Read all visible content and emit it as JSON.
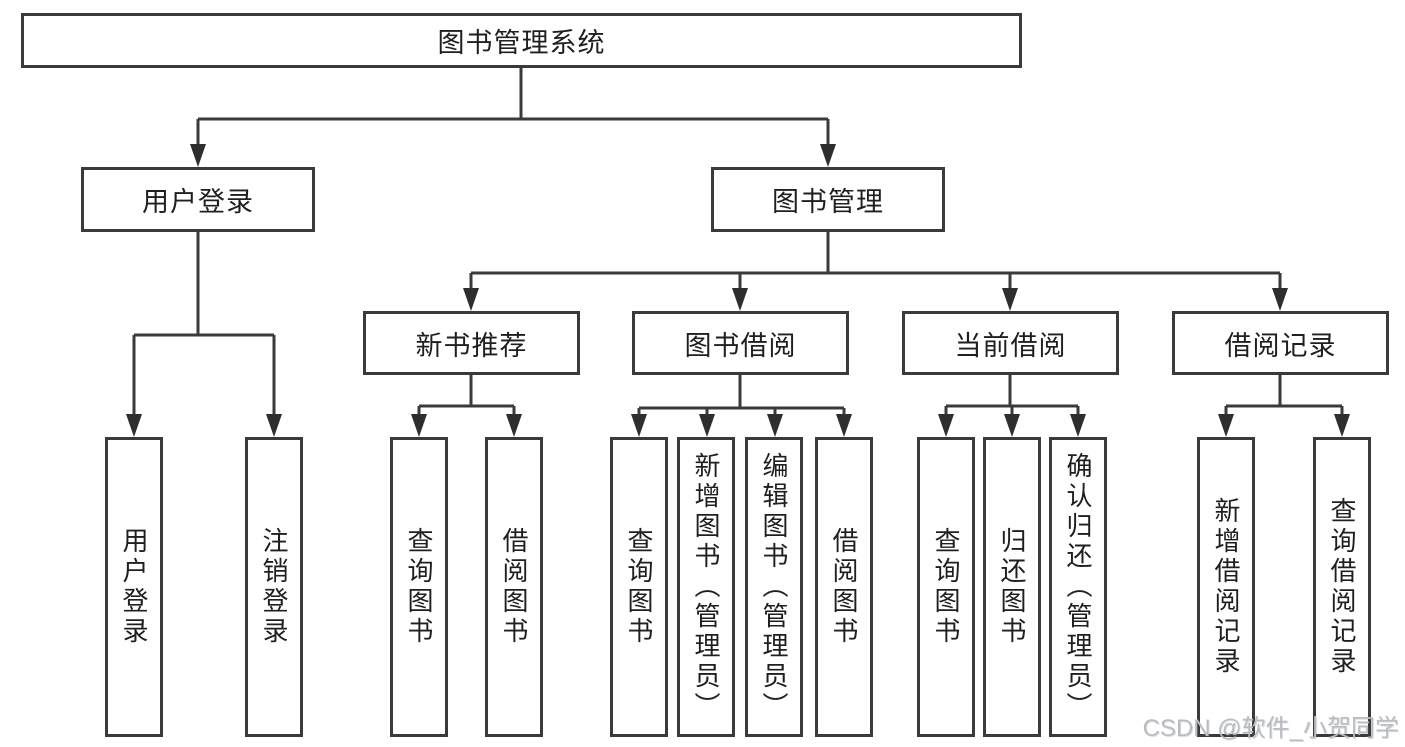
{
  "diagram": {
    "type": "hierarchy-tree",
    "title": "图书管理系统",
    "nodes": {
      "root": "图书管理系统",
      "user_login": "用户登录",
      "book_mgmt": "图书管理",
      "new_book_rec": "新书推荐",
      "book_borrow": "图书借阅",
      "current_borrow": "当前借阅",
      "borrow_record": "借阅记录",
      "leaf_user_login": "用户登录",
      "leaf_logout": "注销登录",
      "leaf_rec_query_book": "查询图书",
      "leaf_rec_borrow_book": "借阅图书",
      "leaf_bb_query_book": "查询图书",
      "leaf_bb_add_book": "新增图书（管理员）",
      "leaf_bb_edit_book": "编辑图书（管理员）",
      "leaf_bb_borrow_book": "借阅图书",
      "leaf_cb_query_book": "查询图书",
      "leaf_cb_return_book": "归还图书",
      "leaf_cb_confirm_return": "确认归还（管理员）",
      "leaf_br_add_record": "新增借阅记录",
      "leaf_br_query_record": "查询借阅记录"
    },
    "edges": [
      [
        "root",
        "user_login"
      ],
      [
        "root",
        "book_mgmt"
      ],
      [
        "user_login",
        "leaf_user_login"
      ],
      [
        "user_login",
        "leaf_logout"
      ],
      [
        "book_mgmt",
        "new_book_rec"
      ],
      [
        "book_mgmt",
        "book_borrow"
      ],
      [
        "book_mgmt",
        "current_borrow"
      ],
      [
        "book_mgmt",
        "borrow_record"
      ],
      [
        "new_book_rec",
        "leaf_rec_query_book"
      ],
      [
        "new_book_rec",
        "leaf_rec_borrow_book"
      ],
      [
        "book_borrow",
        "leaf_bb_query_book"
      ],
      [
        "book_borrow",
        "leaf_bb_add_book"
      ],
      [
        "book_borrow",
        "leaf_bb_edit_book"
      ],
      [
        "book_borrow",
        "leaf_bb_borrow_book"
      ],
      [
        "current_borrow",
        "leaf_cb_query_book"
      ],
      [
        "current_borrow",
        "leaf_cb_return_book"
      ],
      [
        "current_borrow",
        "leaf_cb_confirm_return"
      ],
      [
        "borrow_record",
        "leaf_br_add_record"
      ],
      [
        "borrow_record",
        "leaf_br_query_record"
      ]
    ],
    "colors": {
      "line": "#3a3a3a",
      "text": "#1f1f1f",
      "background": "#ffffff",
      "watermark": "#b9bdc2"
    }
  },
  "watermark": "CSDN @软件_小贺同学"
}
